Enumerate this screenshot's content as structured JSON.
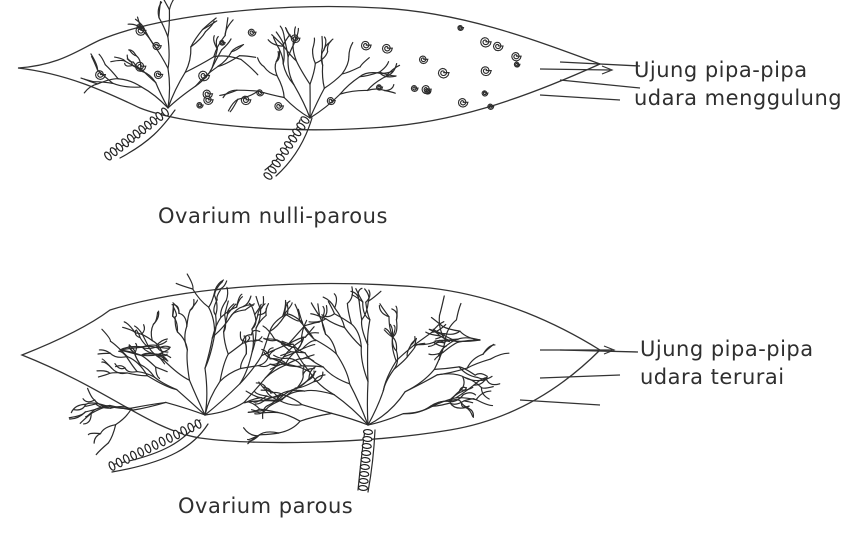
{
  "figure": {
    "top_ovary": {
      "caption": "Ovarium nulli-parous",
      "annotation_line1": "Ujung pipa-pipa",
      "annotation_line2": "udara menggulung"
    },
    "bottom_ovary": {
      "caption": "Ovarium parous",
      "annotation_line1": "Ujung pipa-pipa",
      "annotation_line2": "udara terurai"
    }
  }
}
